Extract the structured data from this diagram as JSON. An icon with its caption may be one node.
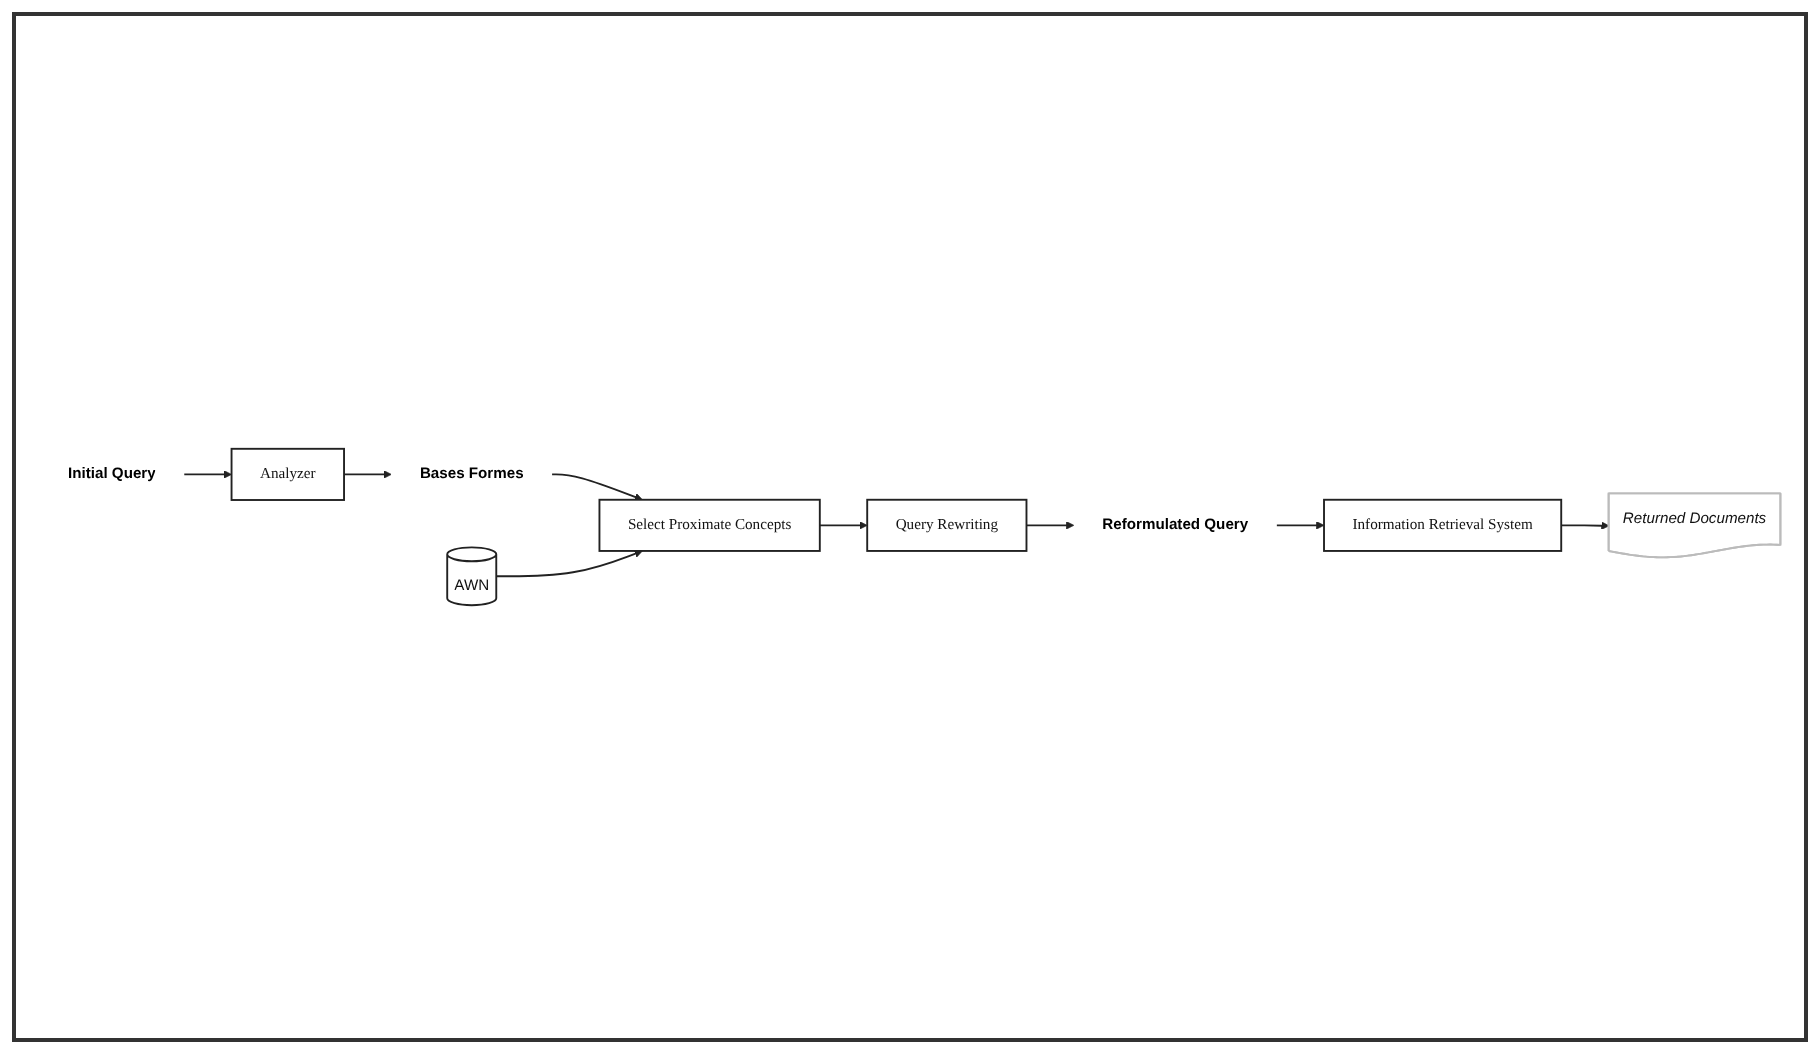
{
  "diagram": {
    "nodes": [
      {
        "text": [
          "Initial Query"
        ]
      },
      {
        "text": [
          "Analyzer"
        ]
      },
      {
        "text": [
          "Bases Formes"
        ]
      },
      {
        "text": [
          "AWN"
        ]
      },
      {
        "text": [
          "Select Proximate Concepts"
        ]
      },
      {
        "text": [
          "Query Rewriting"
        ]
      },
      {
        "text": [
          "Reformulated Query"
        ]
      },
      {
        "text": [
          "Information Retrieval System"
        ]
      },
      {
        "text": [
          "Returned Documents"
        ]
      }
    ],
    "edges": [
      {
        "from": 0,
        "to": 1,
        "arrow": "to"
      },
      {
        "from": 1,
        "to": 2,
        "arrow": "to"
      },
      {
        "from": 2,
        "to": 4,
        "arrow": "to"
      },
      {
        "from": 3,
        "to": 4,
        "arrow": "to"
      },
      {
        "from": 4,
        "to": 5,
        "arrow": "to"
      },
      {
        "from": 5,
        "to": 6,
        "arrow": "to"
      },
      {
        "from": 6,
        "to": 7,
        "arrow": "to"
      },
      {
        "from": 7,
        "to": 8,
        "arrow": "to"
      }
    ]
  }
}
